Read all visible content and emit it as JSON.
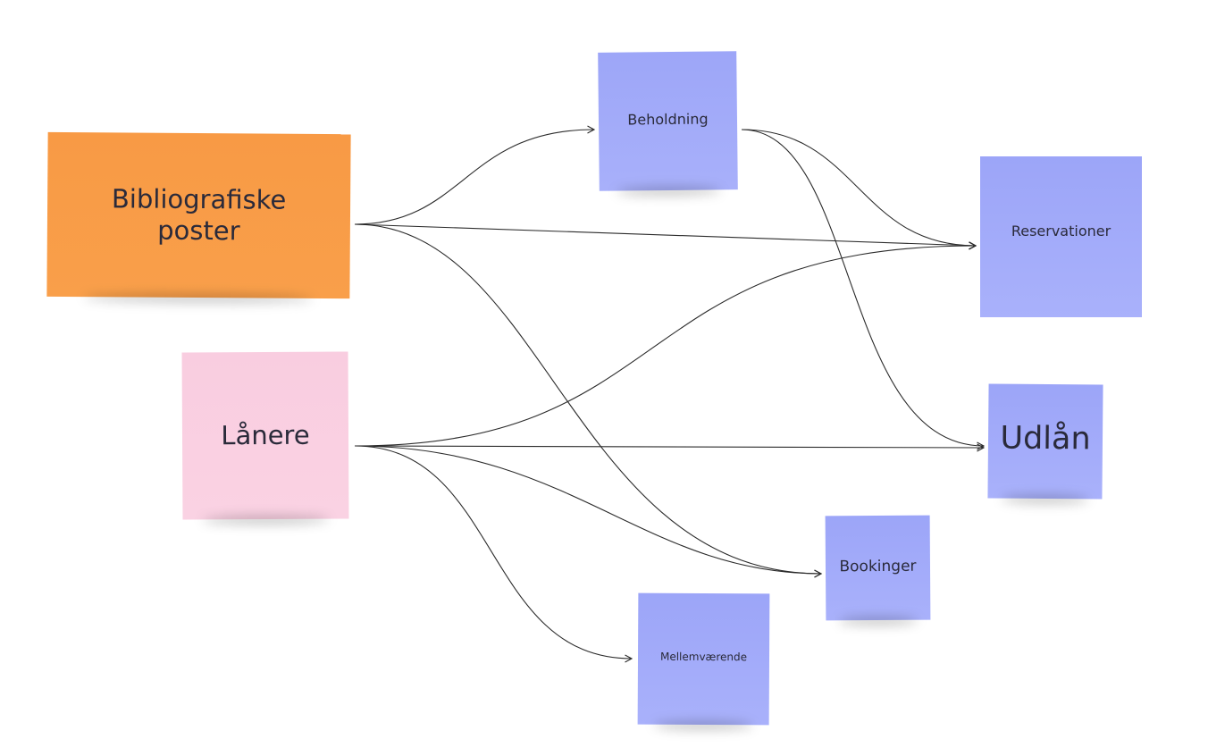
{
  "nodes": {
    "bibliografiske_poster": {
      "line1": "Bibliografiske",
      "line2": "poster",
      "color": "#f99d48"
    },
    "laanere": {
      "label": "Lånere",
      "color": "#fad0e2"
    },
    "beholdning": {
      "label": "Beholdning",
      "color": "#a3abf9"
    },
    "reservationer": {
      "label": "Reservationer",
      "color": "#a3abf9"
    },
    "udlaan": {
      "label": "Udlån",
      "color": "#a3abf9"
    },
    "bookinger": {
      "label": "Bookinger",
      "color": "#a3abf9"
    },
    "mellemvaerende": {
      "label": "Mellemværende",
      "color": "#a3abf9"
    }
  },
  "edges": [
    {
      "from": "bibliografiske_poster",
      "to": "beholdning"
    },
    {
      "from": "bibliografiske_poster",
      "to": "reservationer"
    },
    {
      "from": "bibliografiske_poster",
      "to": "bookinger"
    },
    {
      "from": "beholdning",
      "to": "reservationer"
    },
    {
      "from": "beholdning",
      "to": "udlaan"
    },
    {
      "from": "laanere",
      "to": "reservationer"
    },
    {
      "from": "laanere",
      "to": "udlaan"
    },
    {
      "from": "laanere",
      "to": "bookinger"
    },
    {
      "from": "laanere",
      "to": "mellemvaerende"
    }
  ]
}
